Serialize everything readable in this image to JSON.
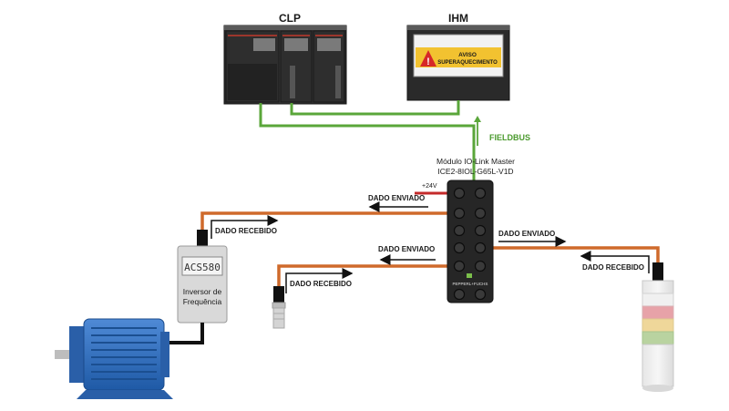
{
  "plc": {
    "label": "CLP"
  },
  "hmi": {
    "label": "IHM",
    "warning_line1": "AVISO",
    "warning_line2": "SUPERAQUECIMENTO"
  },
  "fieldbus": {
    "label": "FIELDBUS",
    "color": "#5aa63a"
  },
  "iolink_master": {
    "title_line1": "Módulo IO-Link Master",
    "title_line2": "ICE2-8IOL-G65L-V1D",
    "power_label": "+24V",
    "brand": "PEPPERL+FUCHS"
  },
  "inverter": {
    "display": "ACS580",
    "label_line1": "Inversor de",
    "label_line2": "Frequência"
  },
  "signals": {
    "inverter_sent": "DADO ENVIADO",
    "inverter_received": "DADO RECEBIDO",
    "sensor_sent": "DADO ENVIADO",
    "sensor_received": "DADO RECEBIDO",
    "tower_sent": "DADO ENVIADO",
    "tower_received": "DADO RECEBIDO"
  },
  "colors": {
    "iolink_cable": "#cf6a2b",
    "power_cable": "#c42a2a",
    "motor": "#2f6fbf"
  },
  "icons": {
    "warning": "warning-triangle-icon",
    "motor": "electric-motor-icon",
    "stack_light": "stack-light-icon",
    "sensor": "proximity-sensor-icon"
  }
}
